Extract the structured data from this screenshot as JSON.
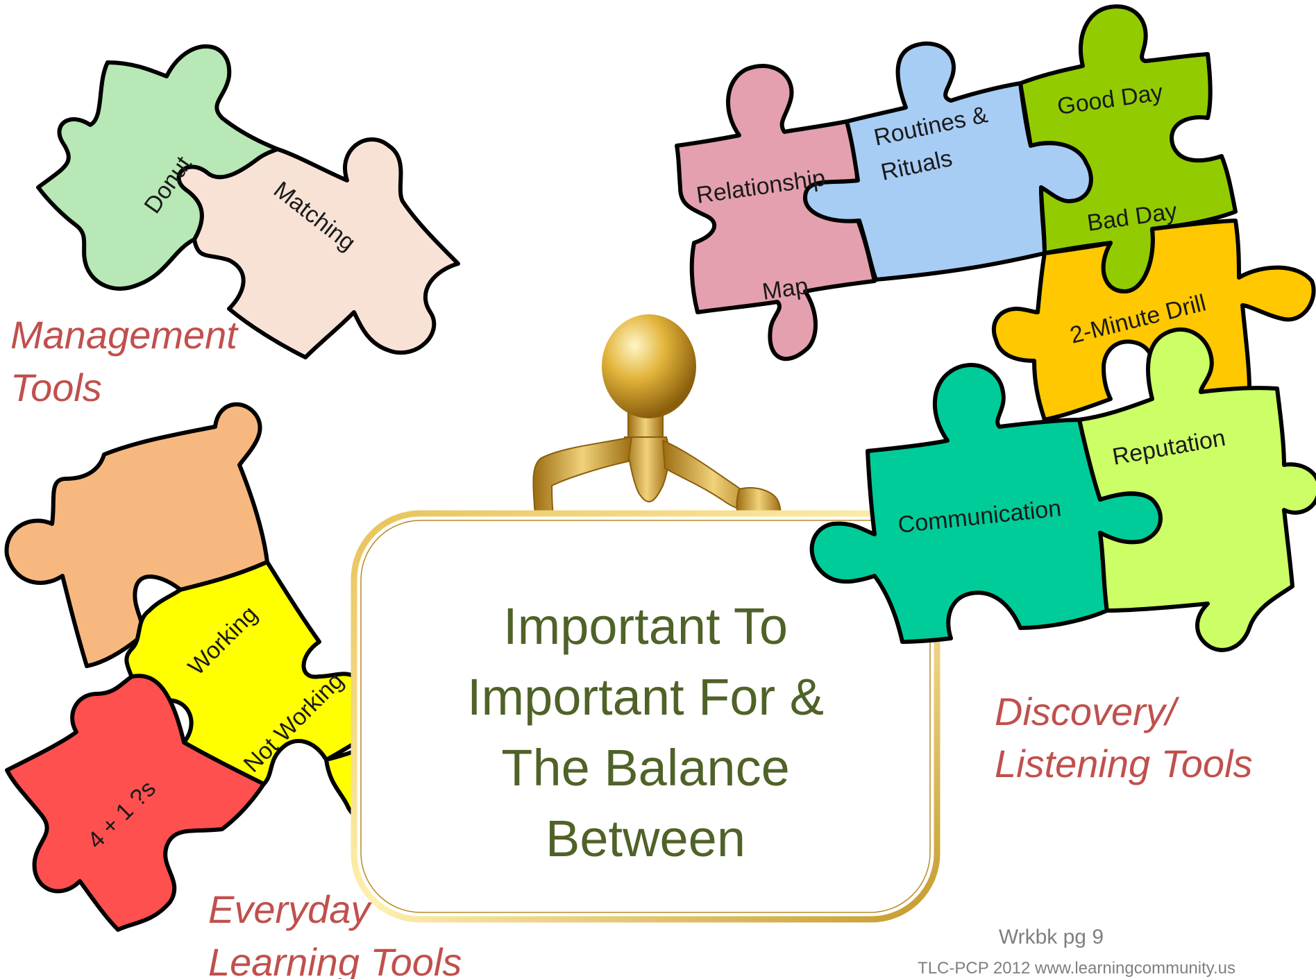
{
  "groups": {
    "management": {
      "line1": "Management",
      "line2": "Tools"
    },
    "everyday": {
      "line1": "Everyday",
      "line2": "Learning Tools"
    },
    "discovery": {
      "line1": "Discovery/",
      "line2": "Listening Tools"
    }
  },
  "pieces": {
    "donut": "Donut",
    "matching": "Matching",
    "working": "Working",
    "not_working": "Not Working",
    "four_plus_one": "4 + 1 ?s",
    "relationship": "Relationship",
    "map": "Map",
    "routines_1": "Routines &",
    "routines_2": "Rituals",
    "good_day": "Good Day",
    "bad_day": "Bad Day",
    "two_minute": "2-Minute Drill",
    "communication": "Communication",
    "reputation": "Reputation"
  },
  "center": {
    "line1": "Important To",
    "line2": "Important For &",
    "line3": "The Balance",
    "line4": "Between"
  },
  "footer": {
    "page": "Wrkbk pg 9",
    "credit": "TLC-PCP 2012  www.learningcommunity.us"
  },
  "colors": {
    "green_light": "#b7e8b5",
    "peach": "#f8e2d6",
    "orange": "#f7b87f",
    "yellow": "#ffff00",
    "red": "#ff5050",
    "pink": "#e4a0ae",
    "blue": "#a7cdf5",
    "green": "#92cc00",
    "gold": "#ffc800",
    "teal": "#00cc99",
    "lime": "#ccff66",
    "group_label": "#c0504d",
    "center_text": "#4f6228",
    "figure_gold": "#d4a52a"
  }
}
